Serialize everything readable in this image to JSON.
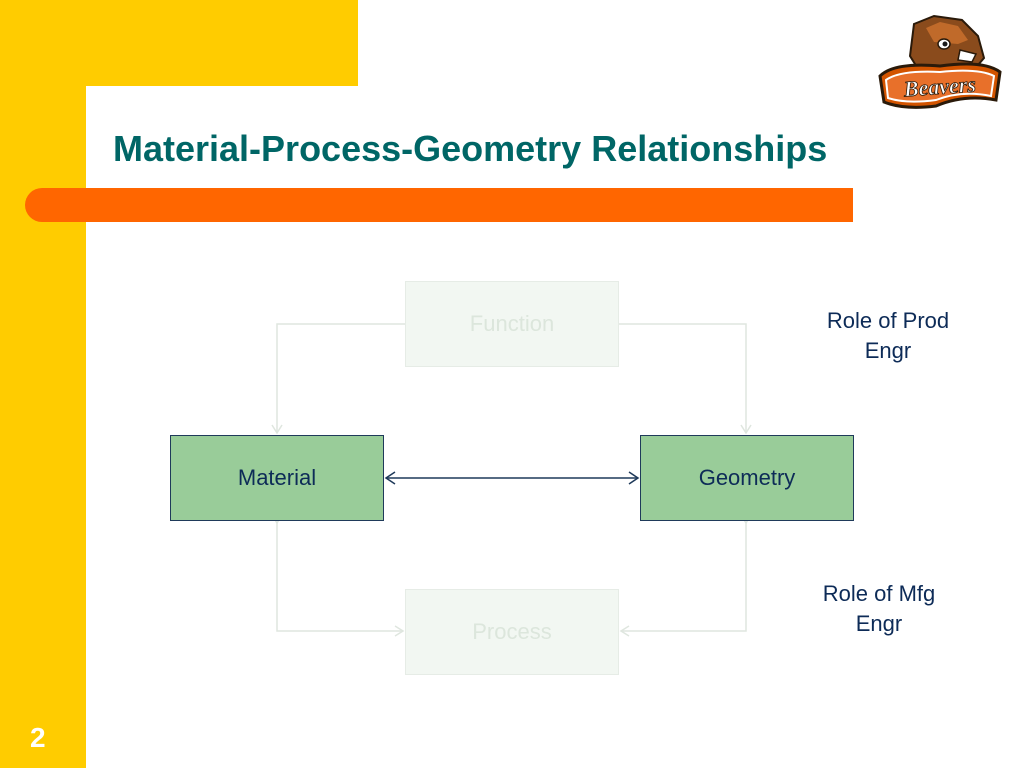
{
  "slide": {
    "title": "Material-Process-Geometry Relationships",
    "number": "2"
  },
  "logo": {
    "text": "Beavers",
    "icon": "beaver-mascot-icon"
  },
  "diagram": {
    "nodes": {
      "function": "Function",
      "material": "Material",
      "geometry": "Geometry",
      "process": "Process"
    },
    "roles": {
      "prod": [
        "Role of Prod",
        "Engr"
      ],
      "mfg": [
        "Role of Mfg",
        "Engr"
      ]
    }
  },
  "colors": {
    "yellow": "#ffcc00",
    "orange": "#ff6600",
    "title": "#006666",
    "node_fill": "#99cc99",
    "node_text": "#0d2b57"
  }
}
